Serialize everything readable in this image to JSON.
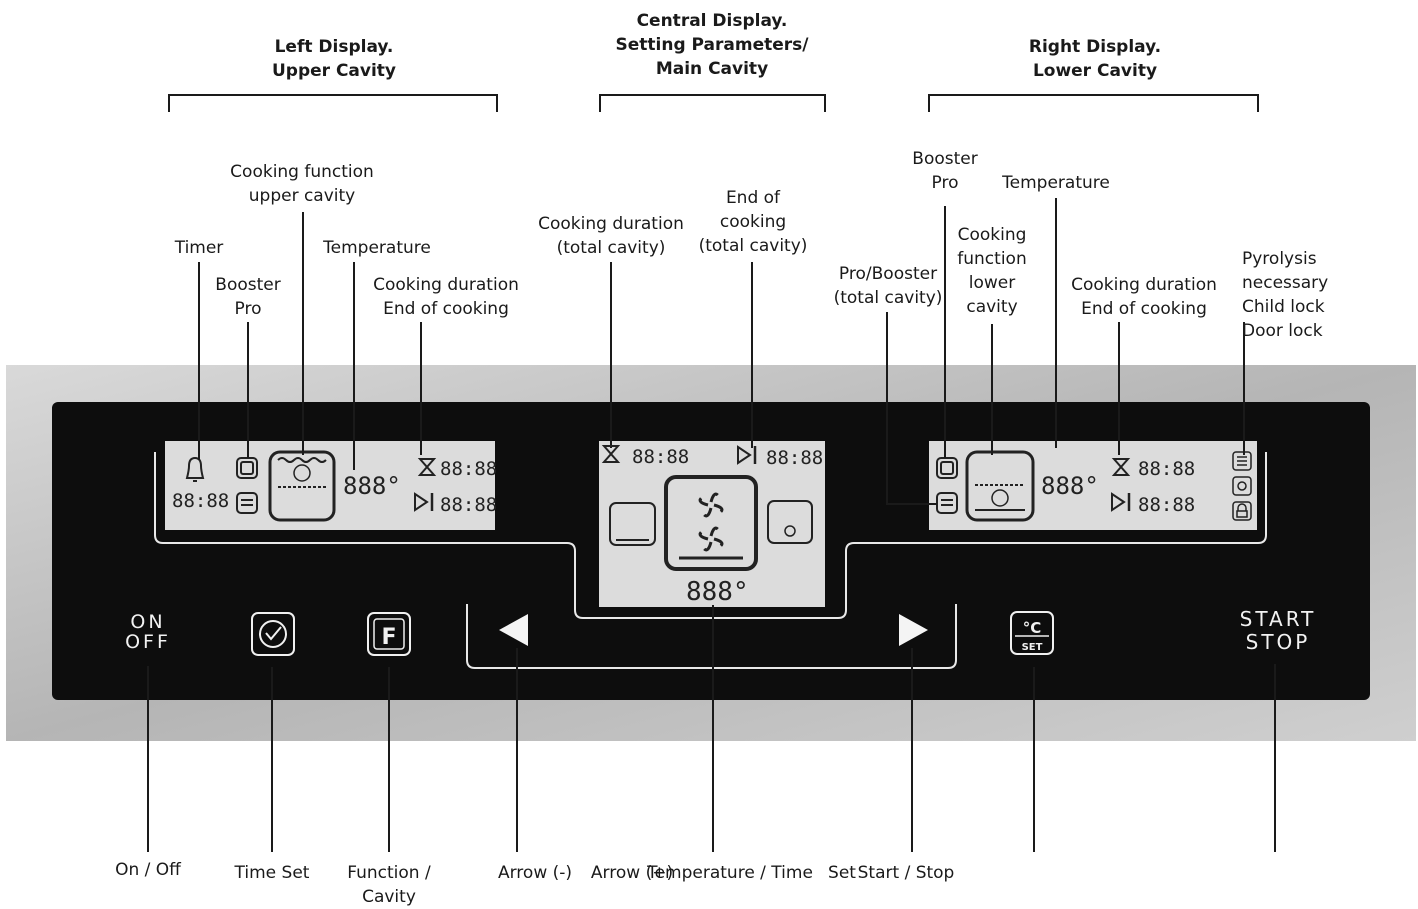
{
  "headers": {
    "left": "Left Display.\nUpper Cavity",
    "center": "Central Display.\nSetting Parameters/\nMain Cavity",
    "right": "Right Display.\nLower Cavity"
  },
  "callouts": {
    "timer": "Timer",
    "booster_pro_left": "Booster\nPro",
    "cooking_function_upper": "Cooking function\nupper cavity",
    "temperature_left": "Temperature",
    "duration_end_left": "Cooking duration\nEnd of cooking",
    "cooking_duration_total": "Cooking duration\n(total cavity)",
    "end_of_cooking_total": "End of\ncooking\n(total cavity)",
    "pro_booster_total": "Pro/Booster\n(total cavity)",
    "booster_pro_right": "Booster\nPro",
    "temperature_right": "Temperature",
    "cooking_function_lower": "Cooking\nfunction\nlower\ncavity",
    "duration_end_right": "Cooking duration\nEnd of cooking",
    "status_right": "Pyrolysis necessary\nChild lock\nDoor lock"
  },
  "bottom_labels": {
    "on_off": "On / Off",
    "time_set": "Time Set",
    "function_cavity": "Function /\nCavity",
    "arrow_minus": "Arrow (-)",
    "arrow_plus": "Arrow (+)",
    "temperature_time": "Temperature / Time",
    "set": "Set",
    "start_stop": "Start / Stop"
  },
  "panel": {
    "on_off_button": "ON\nOFF",
    "start_stop_button": "START\nSTOP",
    "function_glyph": "F",
    "temp_set_glyph_top": "°C",
    "temp_set_glyph_bottom": "SET"
  },
  "lcd": {
    "left_time": "88:88",
    "left_temp": "888°",
    "left_duration": "88:88",
    "left_end": "88:88",
    "center_duration": "88:88",
    "center_end": "88:88",
    "center_temp": "888°",
    "right_temp": "888°",
    "right_duration": "88:88",
    "right_end": "88:88"
  },
  "icons": {
    "bell": "bell-icon",
    "hourglass": "hourglass-icon",
    "end_arrow": "end-of-cooking-icon",
    "fan": "fan-icon",
    "clock": "clock-icon",
    "arrow_left": "arrow-left-icon",
    "arrow_right": "arrow-right-icon",
    "lock": "lock-icon"
  },
  "colors": {
    "panel_black": "#0d0d0d",
    "steel": "#c4c4c4",
    "lcd": "#dcdcdc",
    "line": "#1a1a1a",
    "outline": "#e8e8e8"
  }
}
